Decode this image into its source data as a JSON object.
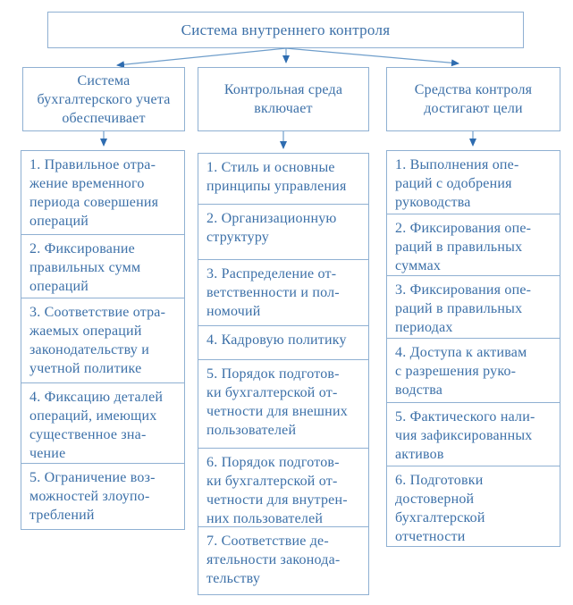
{
  "root": {
    "label": "Система внутреннего контроля"
  },
  "colors": {
    "text": "#3c70a8",
    "box_border": "#8fb0d2",
    "arrow_line": "#6f9ecb",
    "arrow_head": "#2e6cb0",
    "background": "#ffffff"
  },
  "columns": [
    {
      "header": "Система\nбухгалтерского учета\nобеспечивает",
      "items": [
        "1. Правильное отра-\nжение временного\nпериода совершения\nопераций",
        "2. Фиксирование\nправильных сумм\nопераций",
        "3. Соответствие отра-\nжаемых операций\nзаконодательству и\nучетной политике",
        "4. Фиксацию деталей\nопераций, имеющих\nсущественное зна-\nчение",
        "5. Ограничение воз-\nможностей злоупо-\nтреблений"
      ]
    },
    {
      "header": "Контрольная среда\nвключает",
      "items": [
        "1. Стиль и основные\nпринципы управления",
        "2. Организационную\nструктуру",
        "3. Распределение от-\nветственности и пол-\nномочий",
        "4. Кадровую политику",
        "5. Порядок подготов-\nки бухгалтерской от-\nчетности для внешних\nпользователей",
        "6. Порядок подготов-\nки бухгалтерской от-\nчетности для внутрен-\nних пользователей",
        "7. Соответствие де-\nятельности законода-\nтельству"
      ]
    },
    {
      "header": "Средства контроля\nдостигают цели",
      "items": [
        "1. Выполнения опе-\nраций с одобрения\nруководства",
        "2. Фиксирования опе-\nраций в правильных\nсуммах",
        "3. Фиксирования опе-\nраций в правильных\nпериодах",
        "4. Доступа к активам\nс разрешения руко-\nводства",
        "5. Фактического нали-\nчия зафиксированных\nактивов",
        "6. Подготовки\nдостоверной\nбухгалтерской\nотчетности"
      ]
    }
  ]
}
